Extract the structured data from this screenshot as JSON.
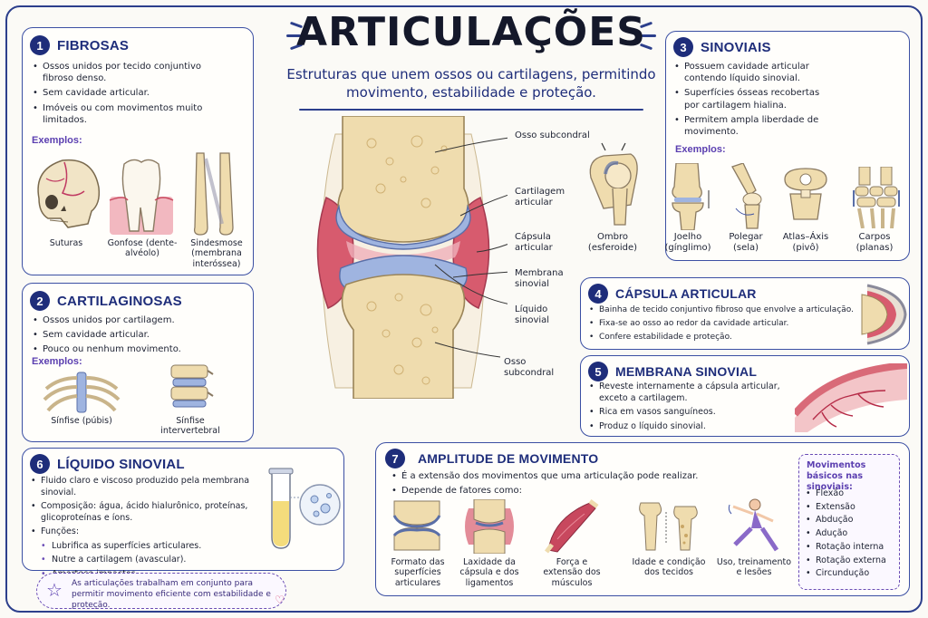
{
  "title": "ARTICULAÇÕES",
  "subtitle": "Estruturas que unem ossos ou cartilagens, permitindo movimento, estabilidade e proteção.",
  "fibrosas": {
    "num": "1",
    "title": "FIBROSAS",
    "bullets": [
      "Ossos unidos por tecido conjuntivo fibroso denso.",
      "Sem cavidade articular.",
      "Imóveis ou com movimentos muito limitados."
    ],
    "examples_label": "Exemplos:",
    "examples": [
      "Suturas",
      "Gonfose (dente-alvéolo)",
      "Sindesmose (membrana interóssea)"
    ]
  },
  "cartilaginosas": {
    "num": "2",
    "title": "CARTILAGINOSAS",
    "bullets": [
      "Ossos unidos por cartilagem.",
      "Sem cavidade articular.",
      "Pouco ou nenhum movimento."
    ],
    "examples_label": "Exemplos:",
    "examples": [
      "Sínfise (púbis)",
      "Sínfise intervertebral"
    ]
  },
  "sinoviais": {
    "num": "3",
    "title": "SINOVIAIS",
    "bullets": [
      "Possuem cavidade articular contendo líquido sinovial.",
      "Superfícies ósseas recobertas por cartilagem hialina.",
      "Permitem ampla liberdade de movimento."
    ],
    "examples_label": "Exemplos:",
    "examples": [
      "Ombro (esferoide)",
      "Joelho (gínglimo)",
      "Polegar (sela)",
      "Atlas–Áxis (pivô)",
      "Carpos (planas)"
    ]
  },
  "capsula": {
    "num": "4",
    "title": "CÁPSULA ARTICULAR",
    "bullets": [
      "Bainha de tecido conjuntivo fibroso que envolve a articulação.",
      "Fixa-se ao osso ao redor da cavidade articular.",
      "Confere estabilidade e proteção."
    ]
  },
  "membrana": {
    "num": "5",
    "title": "MEMBRANA SINOVIAL",
    "bullets": [
      "Reveste internamente a cápsula articular, exceto a cartilagem.",
      "Rica em vasos sanguíneos.",
      "Produz o líquido sinovial."
    ]
  },
  "liquido": {
    "num": "6",
    "title": "LÍQUIDO SINOVIAL",
    "bullets": [
      "Fluido claro e viscoso produzido pela membrana sinovial.",
      "Composição: água, ácido hialurônico, proteínas, glicoproteínas e íons.",
      "Funções:"
    ],
    "functions": [
      "Lubrifica as superfícies articulares.",
      "Nutre a cartilagem (avascular).",
      "Amortece impactos."
    ],
    "note": "As articulações trabalham em conjunto para permitir movimento eficiente com estabilidade e proteção."
  },
  "amplitude": {
    "num": "7",
    "title": "AMPLITUDE DE MOVIMENTO",
    "bullets": [
      "É a extensão dos movimentos que uma articulação pode realizar.",
      "Depende de fatores como:"
    ],
    "factors": [
      "Formato das superfícies articulares",
      "Laxidade da cápsula e dos ligamentos",
      "Força e extensão dos músculos",
      "Idade e condição dos tecidos",
      "Uso, treinamento e lesões"
    ],
    "movements_title": "Movimentos básicos nas sinoviais:",
    "movements": [
      "Flexão",
      "Extensão",
      "Abdução",
      "Adução",
      "Rotação interna",
      "Rotação externa",
      "Circundução"
    ]
  },
  "joint_labels": [
    "Osso subcondral",
    "Cartilagem articular",
    "Cápsula articular",
    "Membrana sinovial",
    "Líquido sinovial",
    "Osso subcondral"
  ],
  "colors": {
    "accent": "#1e2d7a",
    "purple": "#5b3fb0",
    "bone": "#efdcae",
    "cartilage": "#9fb4e0",
    "synovial": "#c8485e"
  }
}
